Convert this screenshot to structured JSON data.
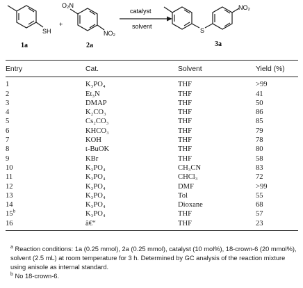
{
  "scheme": {
    "reactant1": {
      "label": "1a",
      "group": "SH"
    },
    "reactant2": {
      "label": "2a",
      "group_top": "O₂N",
      "group_bottom": "NO₂"
    },
    "plus": "+",
    "catalyst": "catalyst",
    "solvent": "solvent",
    "product": {
      "label": "3a",
      "linker": "S",
      "group": "NO₂"
    }
  },
  "table": {
    "headers": [
      "Entry",
      "Cat.",
      "Solvent",
      "Yield (%)"
    ],
    "rows": [
      {
        "entry": "1",
        "entry_sup": "",
        "cat": "K₃PO₄",
        "solvent": "THF",
        "yield": ">99"
      },
      {
        "entry": "2",
        "entry_sup": "",
        "cat": "Et₃N",
        "solvent": "THF",
        "yield": "41"
      },
      {
        "entry": "3",
        "entry_sup": "",
        "cat": "DMAP",
        "solvent": "THF",
        "yield": "50"
      },
      {
        "entry": "4",
        "entry_sup": "",
        "cat": "K₂CO₃",
        "solvent": "THF",
        "yield": "86"
      },
      {
        "entry": "5",
        "entry_sup": "",
        "cat": "Cs₂CO₃",
        "solvent": "THF",
        "yield": "85"
      },
      {
        "entry": "6",
        "entry_sup": "",
        "cat": "KHCO₃",
        "solvent": "THF",
        "yield": "79"
      },
      {
        "entry": "7",
        "entry_sup": "",
        "cat": "KOH",
        "solvent": "THF",
        "yield": "78"
      },
      {
        "entry": "8",
        "entry_sup": "",
        "cat": "t-BuOK",
        "solvent": "THF",
        "yield": "80"
      },
      {
        "entry": "9",
        "entry_sup": "",
        "cat": "KBr",
        "solvent": "THF",
        "yield": "58"
      },
      {
        "entry": "10",
        "entry_sup": "",
        "cat": "K₃PO₄",
        "solvent": "CH₃CN",
        "yield": "83"
      },
      {
        "entry": "11",
        "entry_sup": "",
        "cat": "K₃PO₄",
        "solvent": "CHCl₃",
        "yield": "72"
      },
      {
        "entry": "12",
        "entry_sup": "",
        "cat": "K₃PO₄",
        "solvent": "DMF",
        "yield": ">99"
      },
      {
        "entry": "13",
        "entry_sup": "",
        "cat": "K₃PO₄",
        "solvent": "Tol",
        "yield": "55"
      },
      {
        "entry": "14",
        "entry_sup": "",
        "cat": "K₃PO₄",
        "solvent": "Dioxane",
        "yield": "68"
      },
      {
        "entry": "15",
        "entry_sup": "b",
        "cat": "K₃PO₄",
        "solvent": "THF",
        "yield": "57"
      },
      {
        "entry": "16",
        "entry_sup": "",
        "cat": "â€“",
        "solvent": "THF",
        "yield": "23"
      }
    ]
  },
  "footnotes": [
    {
      "mark": "a",
      "text": " Reaction conditions: 1a (0.25 mmol), 2a (0.25 mmol), catalyst (10 mol%), 18-crown-6 (20 mmol%), solvent (2.5 mL) at room temperature for 3 h. Determined by GC analysis of the reaction mixture using anisole as internal standard."
    },
    {
      "mark": "b",
      "text": " No 18-crown-6."
    }
  ]
}
